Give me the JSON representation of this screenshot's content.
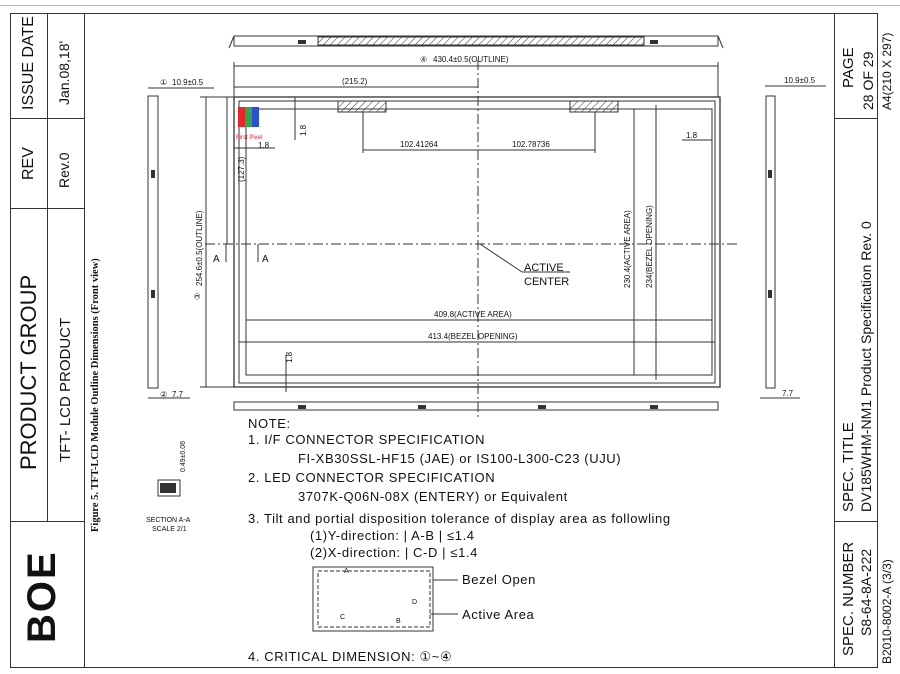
{
  "left_strip": {
    "issue_date_label": "ISSUE DATE",
    "issue_date_value": "Jan.08,18'",
    "rev_label": "REV",
    "rev_value": "Rev.0",
    "product_group_label": "PRODUCT GROUP",
    "product_group_value": "TFT- LCD PRODUCT",
    "logo": "BOE"
  },
  "right_strip": {
    "page_label": "PAGE",
    "page_value": "28  OF 29",
    "paper_size": "A4(210 X 297)",
    "spec_title_label": "SPEC. TITLE",
    "spec_title_value": "DV185WHM-NM1 Product Specification Rev. 0",
    "spec_number_label": "SPEC. NUMBER",
    "spec_number_value": "S8-64-8A-222",
    "form_number": "B2010-8002-A (3/3)"
  },
  "figure_caption": "Figure 5. TFT-LCD Module Outline Dimensions (Front view)",
  "drawing": {
    "dim_outline_width": "430.4±0.5(OUTLINE)",
    "dim_outline_width_mark": "④",
    "dim_half_width": "(215.2)",
    "dim_side_thickness": "10.9±0.5",
    "dim_side_thickness_mark": "①",
    "dim_side_thickness_right": "10.9±0.5",
    "dim_half_height": "(127.3)",
    "dim_outline_height": "254.6±0.5(OUTLINE)",
    "dim_outline_height_mark": "③",
    "dim_bottom_thickness": "7.7",
    "dim_bottom_thickness_mark": "②",
    "dim_bottom_thickness_right": "7.7",
    "dim_top_gap": "1.8",
    "dim_left_gap": "1.8",
    "dim_right_gap": "1.8",
    "dim_bottom_gap": "1.8",
    "dim_center_left": "102.41264",
    "dim_center_right": "102.78736",
    "dim_active_width": "409.8(ACTIVE AREA)",
    "dim_bezel_width": "413.4(BEZEL OPENING)",
    "dim_active_height": "230.4(ACTIVE AREA)",
    "dim_bezel_height": "234(BEZEL OPENING)",
    "active_center_line1": "ACTIVE",
    "active_center_line2": "CENTER",
    "first_pixel": "First Pixel",
    "section_mark_a1": "A",
    "section_mark_a2": "A",
    "section_label": "SECTION A-A",
    "section_scale": "SCALE 2/1",
    "section_dim": "0.49±0.06"
  },
  "notes": {
    "title": "NOTE:",
    "n1": "1. I/F CONNECTOR SPECIFICATION",
    "n1_detail": "FI-XB30SSL-HF15 (JAE) or IS100-L300-C23 (UJU)",
    "n2": "2. LED CONNECTOR SPECIFICATION",
    "n2_detail": "3707K-Q06N-08X (ENTERY) or Equivalent",
    "n3": "3. Tilt and portial disposition tolerance of display area as followling",
    "n3_y": "(1)Y-direction:  | A-B | ≤1.4",
    "n3_x": "(2)X-direction:  | C-D | ≤1.4",
    "diagram_bezel": "Bezel Open",
    "diagram_active": "Active Area",
    "diagram_a": "A",
    "diagram_b": "B",
    "diagram_c": "C",
    "diagram_d": "D",
    "n4": "4. CRITICAL DIMENSION: ①~④"
  },
  "colors": {
    "line": "#333333",
    "first_pixel_red": "#e8262a",
    "first_pixel_green": "#2fa84a",
    "first_pixel_blue": "#2a4fd8"
  }
}
